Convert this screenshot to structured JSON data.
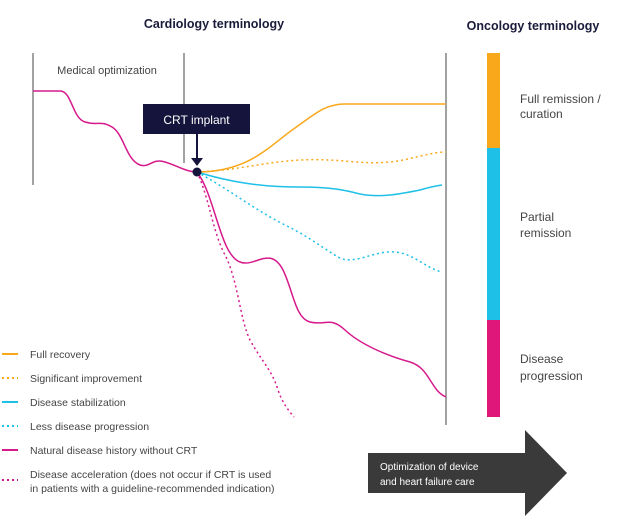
{
  "headings": {
    "cardiology": "Cardiology terminology",
    "oncology": "Oncology terminology"
  },
  "medical_optimization": "Medical optimization",
  "crt_implant": "CRT implant",
  "oncology_stages": [
    {
      "lines": [
        "Full remission /",
        "curation"
      ],
      "color": "#f9a81b"
    },
    {
      "lines": [
        "Partial",
        "remission"
      ],
      "color": "#1ec0e8"
    },
    {
      "lines": [
        "Disease",
        "progression"
      ],
      "color": "#e0177a"
    }
  ],
  "legend": [
    {
      "label": "Full recovery",
      "color": "#f9a81b",
      "style": "solid"
    },
    {
      "label": "Significant improvement",
      "color": "#f9a81b",
      "style": "dotted"
    },
    {
      "label": "Disease stabilization",
      "color": "#1ec0e8",
      "style": "solid"
    },
    {
      "label": "Less disease progression",
      "color": "#1ec0e8",
      "style": "dotted"
    },
    {
      "label": "Natural disease history without CRT",
      "color": "#d61a8c",
      "style": "solid"
    },
    {
      "label": "Disease acceleration (does not occur if CRT is used",
      "label2": "in patients with a guideline-recommended indication)",
      "color": "#d61a8c",
      "style": "dotted"
    }
  ],
  "arrow_lines": [
    "Optimization of device",
    "and heart failure care"
  ],
  "colors": {
    "orange": "#f9a81b",
    "cyan": "#1ec0e8",
    "magenta": "#d61a8c",
    "navy": "#14143c",
    "arrow": "#3a3a3a"
  }
}
